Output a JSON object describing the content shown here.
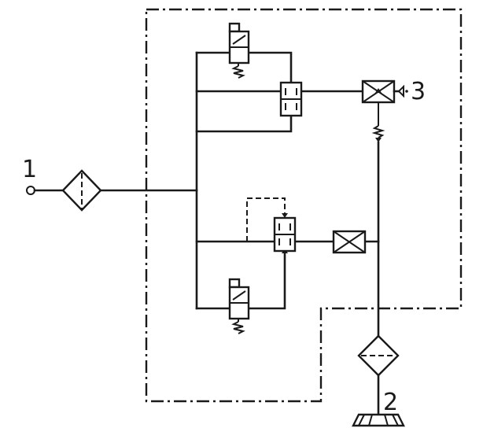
{
  "ports": {
    "port1": "1",
    "port2": "2",
    "port3": "3"
  },
  "colors": {
    "line": "#1a1a1a",
    "background": "#ffffff"
  }
}
